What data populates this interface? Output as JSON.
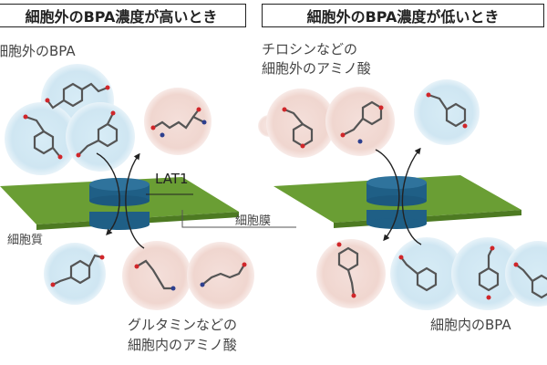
{
  "panels": {
    "left": {
      "title": "細胞外のBPA濃度が高いとき",
      "extracellular_label": "細胞外のBPA",
      "transporter_label": "LAT1",
      "cytoplasm_label": "細胞質",
      "membrane_label": "細胞膜",
      "intracellular_label_line1": "グルタミンなどの",
      "intracellular_label_line2": "細胞内のアミノ酸"
    },
    "right": {
      "title": "細胞外のBPA濃度が低いとき",
      "extracellular_label_line1": "チロシンなどの",
      "extracellular_label_line2": "細胞外のアミノ酸",
      "intracellular_label": "細胞内のBPA"
    }
  },
  "colors": {
    "membrane": "#6a9e34",
    "membrane_edge": "#4d7a22",
    "transporter": "#1f5f86",
    "transporter_top": "#2f739c",
    "bpa_halo": "#cfe6f2",
    "amino_acid_halo": "#f2d8d2",
    "arrow": "#222222"
  }
}
